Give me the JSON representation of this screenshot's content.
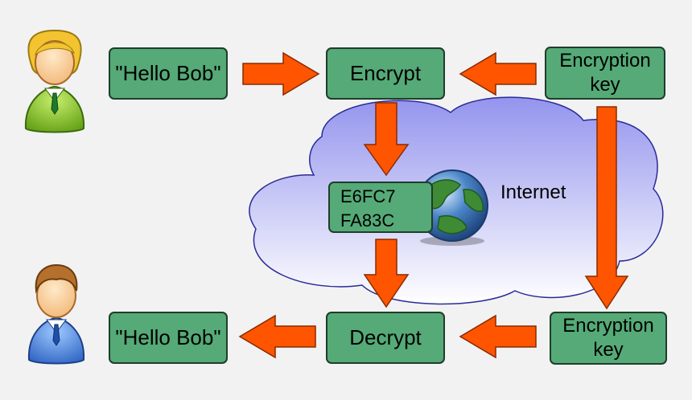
{
  "colors": {
    "background": "#f2f2f2",
    "box_fill": "#55aa77",
    "box_border": "#1f3d2a",
    "arrow_fill": "#ff5500",
    "arrow_stroke": "#8a2a00",
    "cloud_fill_top": "#9a9af0",
    "cloud_fill_bottom": "#ffffff",
    "cloud_stroke": "#2a2a9a"
  },
  "sender": {
    "icon": "person-icon-female-green",
    "message": "\"Hello Bob\""
  },
  "encrypt": {
    "label": "Encrypt",
    "key_line1": "Encryption",
    "key_line2": "key"
  },
  "internet": {
    "label": "Internet",
    "icon": "globe-icon",
    "cipher_line1": "E6FC7",
    "cipher_line2": "FA83C"
  },
  "decrypt": {
    "label": "Decrypt",
    "key_line1": "Encryption",
    "key_line2": "key"
  },
  "receiver": {
    "icon": "person-icon-male-blue",
    "message": "\"Hello Bob\""
  }
}
